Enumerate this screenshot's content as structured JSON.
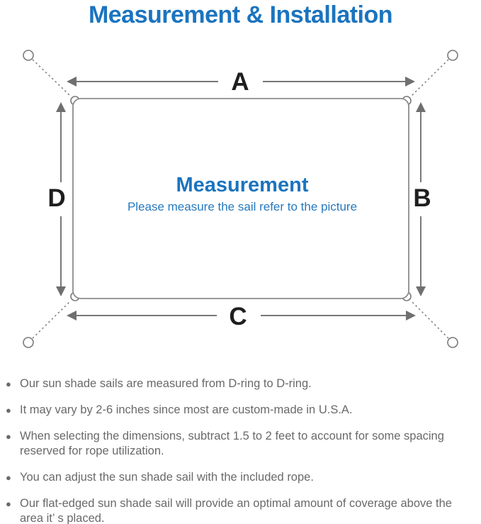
{
  "title": "Measurement & Installation",
  "colors": {
    "accent_blue": "#1b74bf",
    "subtitle_blue": "#2679bd",
    "line_gray": "#7a7a7a",
    "border_gray": "#8c8c8c",
    "label_black": "#1f1f1f",
    "note_gray": "#696969"
  },
  "diagram": {
    "dimension_labels": {
      "top": "A",
      "right": "B",
      "bottom": "C",
      "left": "D"
    },
    "center_title": "Measurement",
    "center_subtitle": "Please measure the sail refer to the picture"
  },
  "notes": {
    "bullet_glyph": "●",
    "items": [
      "Our sun shade sails are measured from D-ring to D-ring.",
      "It may vary by 2-6 inches since most are custom-made in U.S.A.",
      "When selecting the dimensions, subtract 1.5 to 2 feet to account for some spacing reserved for rope utilization.",
      "You can adjust the sun shade sail with the included rope.",
      "Our flat-edged sun shade sail will provide an optimal amount of coverage above the area it’ s placed."
    ]
  }
}
